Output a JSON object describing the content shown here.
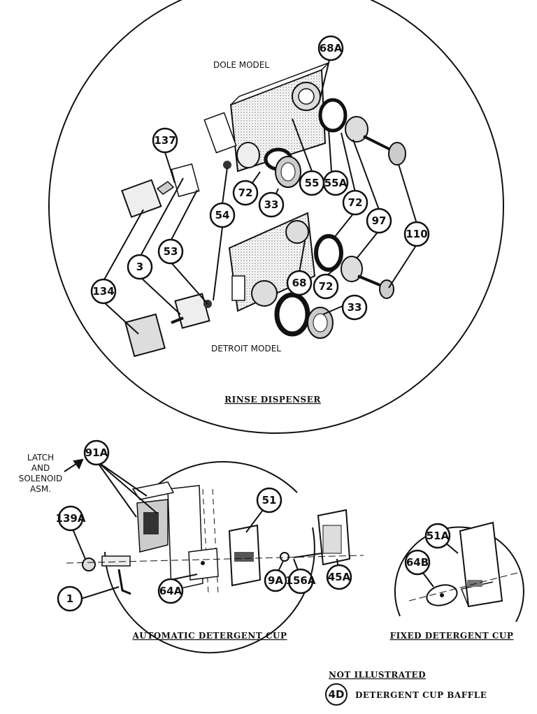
{
  "labels": {
    "dole_model": "DOLE MODEL",
    "detroit_model": "DETROIT MODEL",
    "rinse_dispenser": "RINSE DISPENSER",
    "latch_line1": "LATCH",
    "latch_line2": "AND",
    "latch_line3": "SOLENOID",
    "latch_line4": "ASM.",
    "automatic_cup": "AUTOMATIC DETERGENT CUP",
    "fixed_cup": "FIXED DETERGENT CUP",
    "not_illustrated": "NOT ILLUSTRATED",
    "baffle_callout": "4D",
    "baffle_text": "DETERGENT CUP BAFFLE"
  },
  "callouts": {
    "c68a_top": "68A",
    "c137": "137",
    "c72_a": "72",
    "c33_a": "33",
    "c55": "55",
    "c55a": "55A",
    "c72_b": "72",
    "c97": "97",
    "c110": "110",
    "c54": "54",
    "c53": "53",
    "c3": "3",
    "c134": "134",
    "c68_mid": "68",
    "c72_c": "72",
    "c33_b": "33",
    "c91a": "91A",
    "c139a": "139A",
    "c51": "51",
    "c1": "1",
    "c64a": "64A",
    "c9a": "9A",
    "c156a": "156A",
    "c45a": "45A",
    "c51a": "51A",
    "c64b": "64B"
  }
}
